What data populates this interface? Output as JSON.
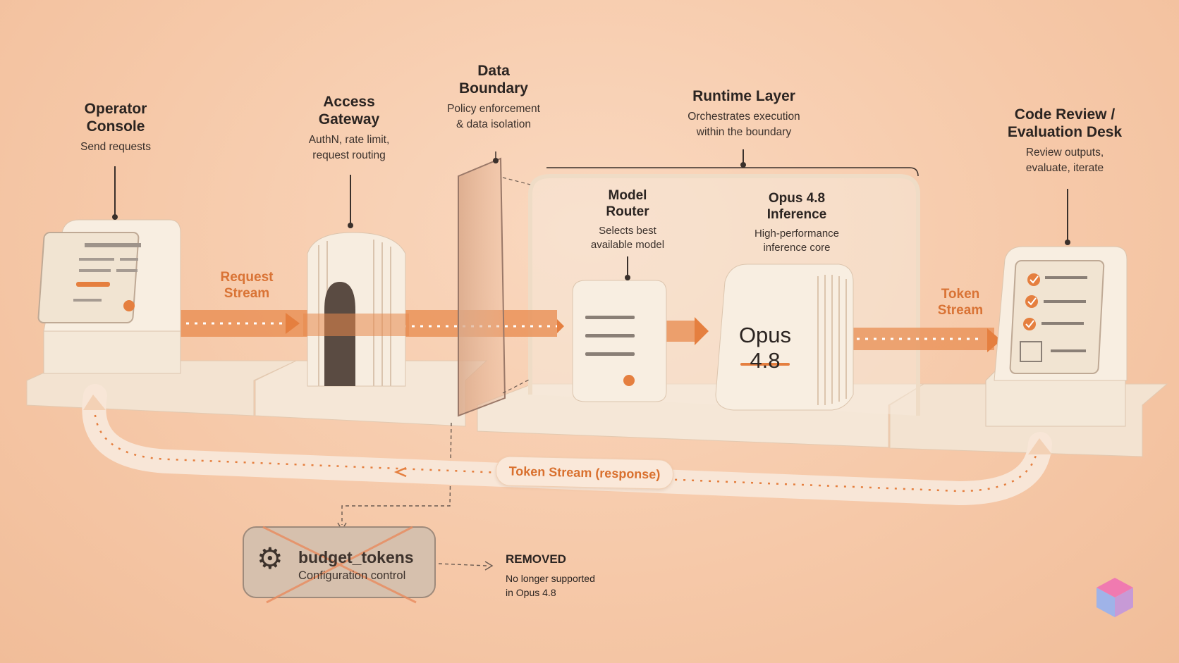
{
  "nodes": {
    "operator_console": {
      "title_line1": "Operator",
      "title_line2": "Console",
      "desc_line1": "Send requests"
    },
    "access_gateway": {
      "title_line1": "Access",
      "title_line2": "Gateway",
      "desc_line1": "AuthN, rate limit,",
      "desc_line2": "request routing"
    },
    "data_boundary": {
      "title_line1": "Data",
      "title_line2": "Boundary",
      "desc_line1": "Policy enforcement",
      "desc_line2": "& data isolation"
    },
    "runtime_layer": {
      "title_line1": "Runtime Layer",
      "desc_line1": "Orchestrates execution",
      "desc_line2": "within the boundary"
    },
    "model_router": {
      "title_line1": "Model",
      "title_line2": "Router",
      "desc_line1": "Selects best",
      "desc_line2": "available model"
    },
    "opus_inference": {
      "title_line1": "Opus 4.8",
      "title_line2": "Inference",
      "desc_line1": "High-performance",
      "desc_line2": "inference core",
      "cube_label": "Opus 4.8"
    },
    "code_review": {
      "title_line1": "Code Review /",
      "title_line2": "Evaluation Desk",
      "desc_line1": "Review outputs,",
      "desc_line2": "evaluate, iterate"
    }
  },
  "flows": {
    "request_stream": {
      "line1": "Request",
      "line2": "Stream"
    },
    "token_stream": {
      "line1": "Token",
      "line2": "Stream"
    },
    "response": {
      "label": "Token Stream (response)"
    }
  },
  "removed_config": {
    "name": "budget_tokens",
    "desc": "Configuration control",
    "status": "REMOVED",
    "note_line1": "No longer supported",
    "note_line2": "in Opus 4.8",
    "icon": "gear-icon"
  },
  "colors": {
    "accent": "#e57f3f",
    "background": "#f6c9a9",
    "device": "#f6ecdd",
    "text": "#2b2421"
  }
}
